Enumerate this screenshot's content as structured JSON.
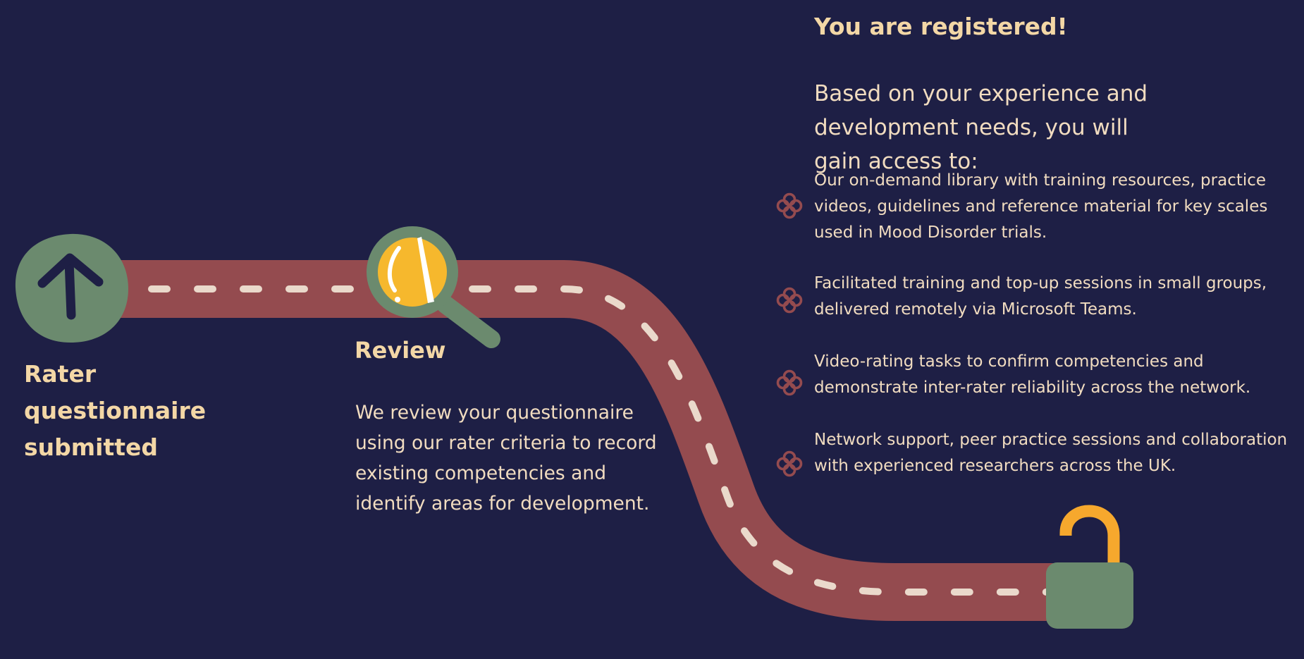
{
  "steps": [
    {
      "title": "Rater questionnaire submitted"
    },
    {
      "title": "Review",
      "description": "We review your questionnaire using our rater criteria to record existing competencies and identify areas for development."
    }
  ],
  "registered": {
    "heading": "You are registered!",
    "intro": "Based on your experience and development needs, you will gain access to:",
    "benefits": [
      {
        "text": "Our on-demand library with training resources, practice videos, guidelines and reference material for key scales used in Mood Disorder trials."
      },
      {
        "text": "Facilitated training and top-up sessions in small groups, delivered remotely via Microsoft Teams."
      },
      {
        "text": "Video-rating tasks to confirm competencies and demonstrate inter-rater reliability across the network."
      },
      {
        "text": "Network support, peer practice sessions and collaboration with experienced researchers across the UK."
      }
    ]
  },
  "icons": {
    "start": "arrow-up-icon",
    "review": "magnifying-glass-icon",
    "end": "unlocked-padlock-icon",
    "bullet": "quatrefoil-icon"
  },
  "colors": {
    "background": "#1e1f45",
    "road": "#944b4f",
    "road_dash": "#ead9cb",
    "badge_green": "#6b8a6e",
    "lens_yellow": "#f6b82d",
    "heading_cream": "#f3d7a6",
    "text_cream": "#f1dcc0",
    "bullet_red": "#944b4f"
  }
}
